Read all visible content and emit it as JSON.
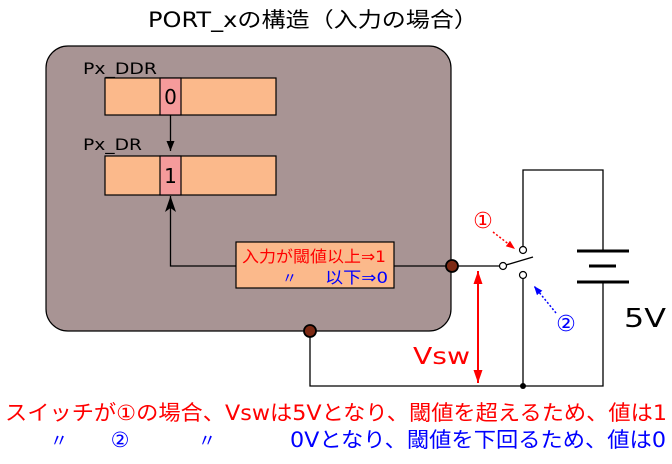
{
  "title": "PORT_xの構造（入力の場合）",
  "port": {
    "ddr": {
      "label": "Px_DDR",
      "bit_value": "0"
    },
    "dr": {
      "label": "Px_DR",
      "bit_value": "1"
    },
    "input_logic": {
      "rule_high": "入力が閾値以上⇒1",
      "rule_low_ditto": "〃",
      "rule_low": "以下⇒0"
    }
  },
  "external_circuit": {
    "switch_position_1": "①",
    "switch_position_2": "②",
    "voltage_label": "Vsw",
    "supply_label": "5V"
  },
  "explanation": {
    "case_1": "スイッチが①の場合、Vswは5Vとなり、閾値を超えるため、値は1",
    "case_2": {
      "ditto_1": "〃",
      "position": "②",
      "ditto_2": "〃",
      "result": "0Vとなり、閾値を下回るため、値は0"
    }
  },
  "colors": {
    "chip_body": "#a89494",
    "register": "#fbb98b",
    "bit_cell": "#f59b9b",
    "node": "#7d2a14",
    "case_1": "#ff0000",
    "case_2": "#0000ff"
  }
}
